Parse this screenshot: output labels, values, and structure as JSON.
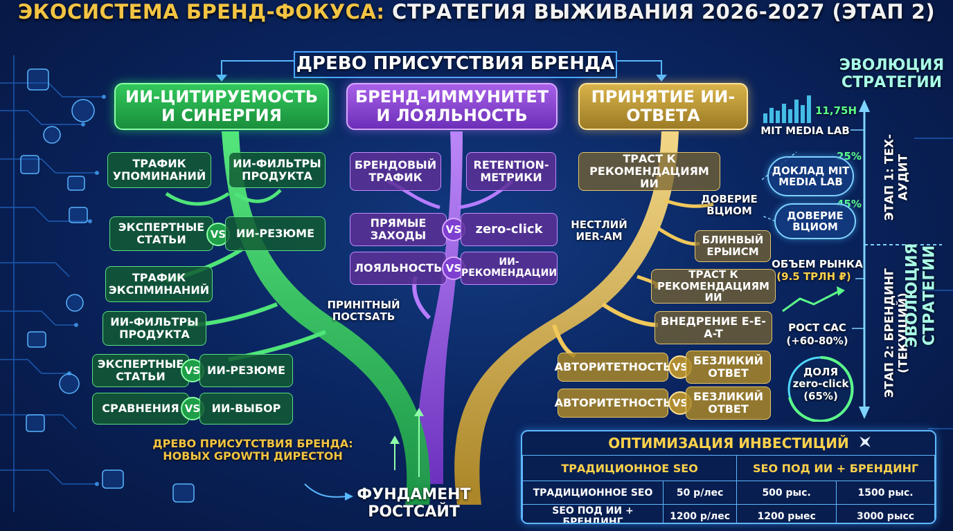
{
  "title": {
    "part1": "ЭКОСИСТЕМА БРЕНД-ФОКУСА:",
    "part2": " СТРАТЕГИЯ ВЫЖИВАНИЯ 2026-2027 (ЭТАП 2)"
  },
  "tree_header": "ДРЕВО ПРИСУТСТВИЯ БРЕНДА",
  "branches": {
    "green": {
      "title": "ИИ-ЦИТИРУЕМОСТЬ И СИНЕРГИЯ",
      "top_left": "ТРАФИК УПОМИНАНИЙ",
      "top_right": "ИИ-ФИЛЬТРЫ ПРОДУКТА",
      "vs1_left": "ЭКСПЕРТНЫЕ СТАТЬИ",
      "vs1_right": "ИИ-РЕЗЮМЕ",
      "mid1": "ТРАФИК ЭКСПМИНАНИЙ",
      "mid2": "ИИ-ФИЛЬТРЫ ПРОДУКТА",
      "vs2_left": "ЭКСПЕРТНЫЕ СТАТЬИ",
      "vs2_right": "ИИ-РЕЗЮМЕ",
      "vs3_left": "СРАВНЕНИЯ",
      "vs3_right": "ИИ-ВЫБОР"
    },
    "purple": {
      "title": "БРЕНД-ИММУНИТЕТ И ЛОЯЛЬНОСТЬ",
      "top_left": "БРЕНДОВЫЙ ТРАФИК",
      "top_right": "RETENTION-МЕТРИКИ",
      "vs1_left": "ПРЯМЫЕ ЗАХОДЫ",
      "vs1_right": "zero-click",
      "vs2_left": "ЛОЯЛЬНОСТЬ",
      "vs2_right": "ИИ-РЕКОМЕНДАЦИИ",
      "stem_label": "ПРИНІТНЫЙ ПОСТЅАТЬ"
    },
    "yellow": {
      "title": "ПРИНЯТИЕ ИИ-ОТВЕТА",
      "top": "ТРАСТ К РЕКОМЕНДАЦИЯМ ИИ",
      "side_label": "НЕСТЛИЙ ИЕR-АМ",
      "b1": "ДОВЕРИЕ ВЦИОМ",
      "b2": "БЛИНВЫЙ ЕРЫИСМ",
      "b3": "ТРАСТ К РЕКОМЕНДАЦИЯМ ИИ",
      "b4": "ВНЕДРЕНИЕ E-E-A-T",
      "vs1_left": "АВТОРИТЕТНОСТЬ",
      "vs1_right": "БЕЗЛИКИЙ ОТВЕТ",
      "vs2_left": "АВТОРИТЕТНОСТЬ",
      "vs2_right": "БЕЗЛИКИЙ ОТВЕТ"
    }
  },
  "vs_label": "VS",
  "root_caption": "ДРЕВО ПРИСУТСТВИЯ БРЕНДА: НОВЫХ GPOWTH ДИРЕСТОН",
  "root_label": "ФУНДАМЕНТ РОСТСАЙТ",
  "evolution": {
    "title": "ЭВОЛЮЦИЯ СТРАТЕГИИ",
    "vertical_label": "ЭВОЛЮЦИЯ СТРАТЕГИИ",
    "stage1": "ЭТАП 1: ТЕХ-АУДИТ",
    "stage2": "ЭТАП 2: БРЕНДИНГ (ТЕКУЩИЙ)",
    "chart_value": "11,75Н",
    "chart_bars": [
      0.35,
      0.55,
      0.45,
      0.7,
      0.5,
      0.85,
      0.65,
      1.0
    ],
    "mit_label": "MIT MEDIA LAB",
    "pill1_pct": "25%",
    "pill1": "ДОКЛАД MIT MEDIA LAB",
    "pill2_pct": "45%",
    "pill2": "ДОВЕРИЕ ВЦИОМ",
    "market": "ОБЪЕМ РЫНКА",
    "market_value": "(9.5 ТРЛН ₽)",
    "cac": "РОСТ САС",
    "cac_value": "(+60-80%)",
    "zero_click": "ДОЛЯ zero-click (65%)"
  },
  "investments": {
    "title": "ОПТИМИЗАЦИЯ ИНВЕСТИЦИЙ",
    "headers": [
      "ТРАДИЦИОННОЕ SEO",
      "SEO ПОД ИИ + БРЕНДИНГ"
    ],
    "rows": [
      [
        "ТРАДИЦИОННОЕ SEO",
        "50 р/лес",
        "500 рыс.",
        "1500 рыс."
      ],
      [
        "SEO ПОД ИИ + БРЕНДИНГ",
        "1200 р/лес",
        "1200 рыес",
        "3000 рысс"
      ]
    ]
  },
  "colors": {
    "green": "#2fd35f",
    "purple": "#a45ee6",
    "yellow": "#d9b447",
    "accent": "#f3c443",
    "circuit": "#2f8cff"
  }
}
